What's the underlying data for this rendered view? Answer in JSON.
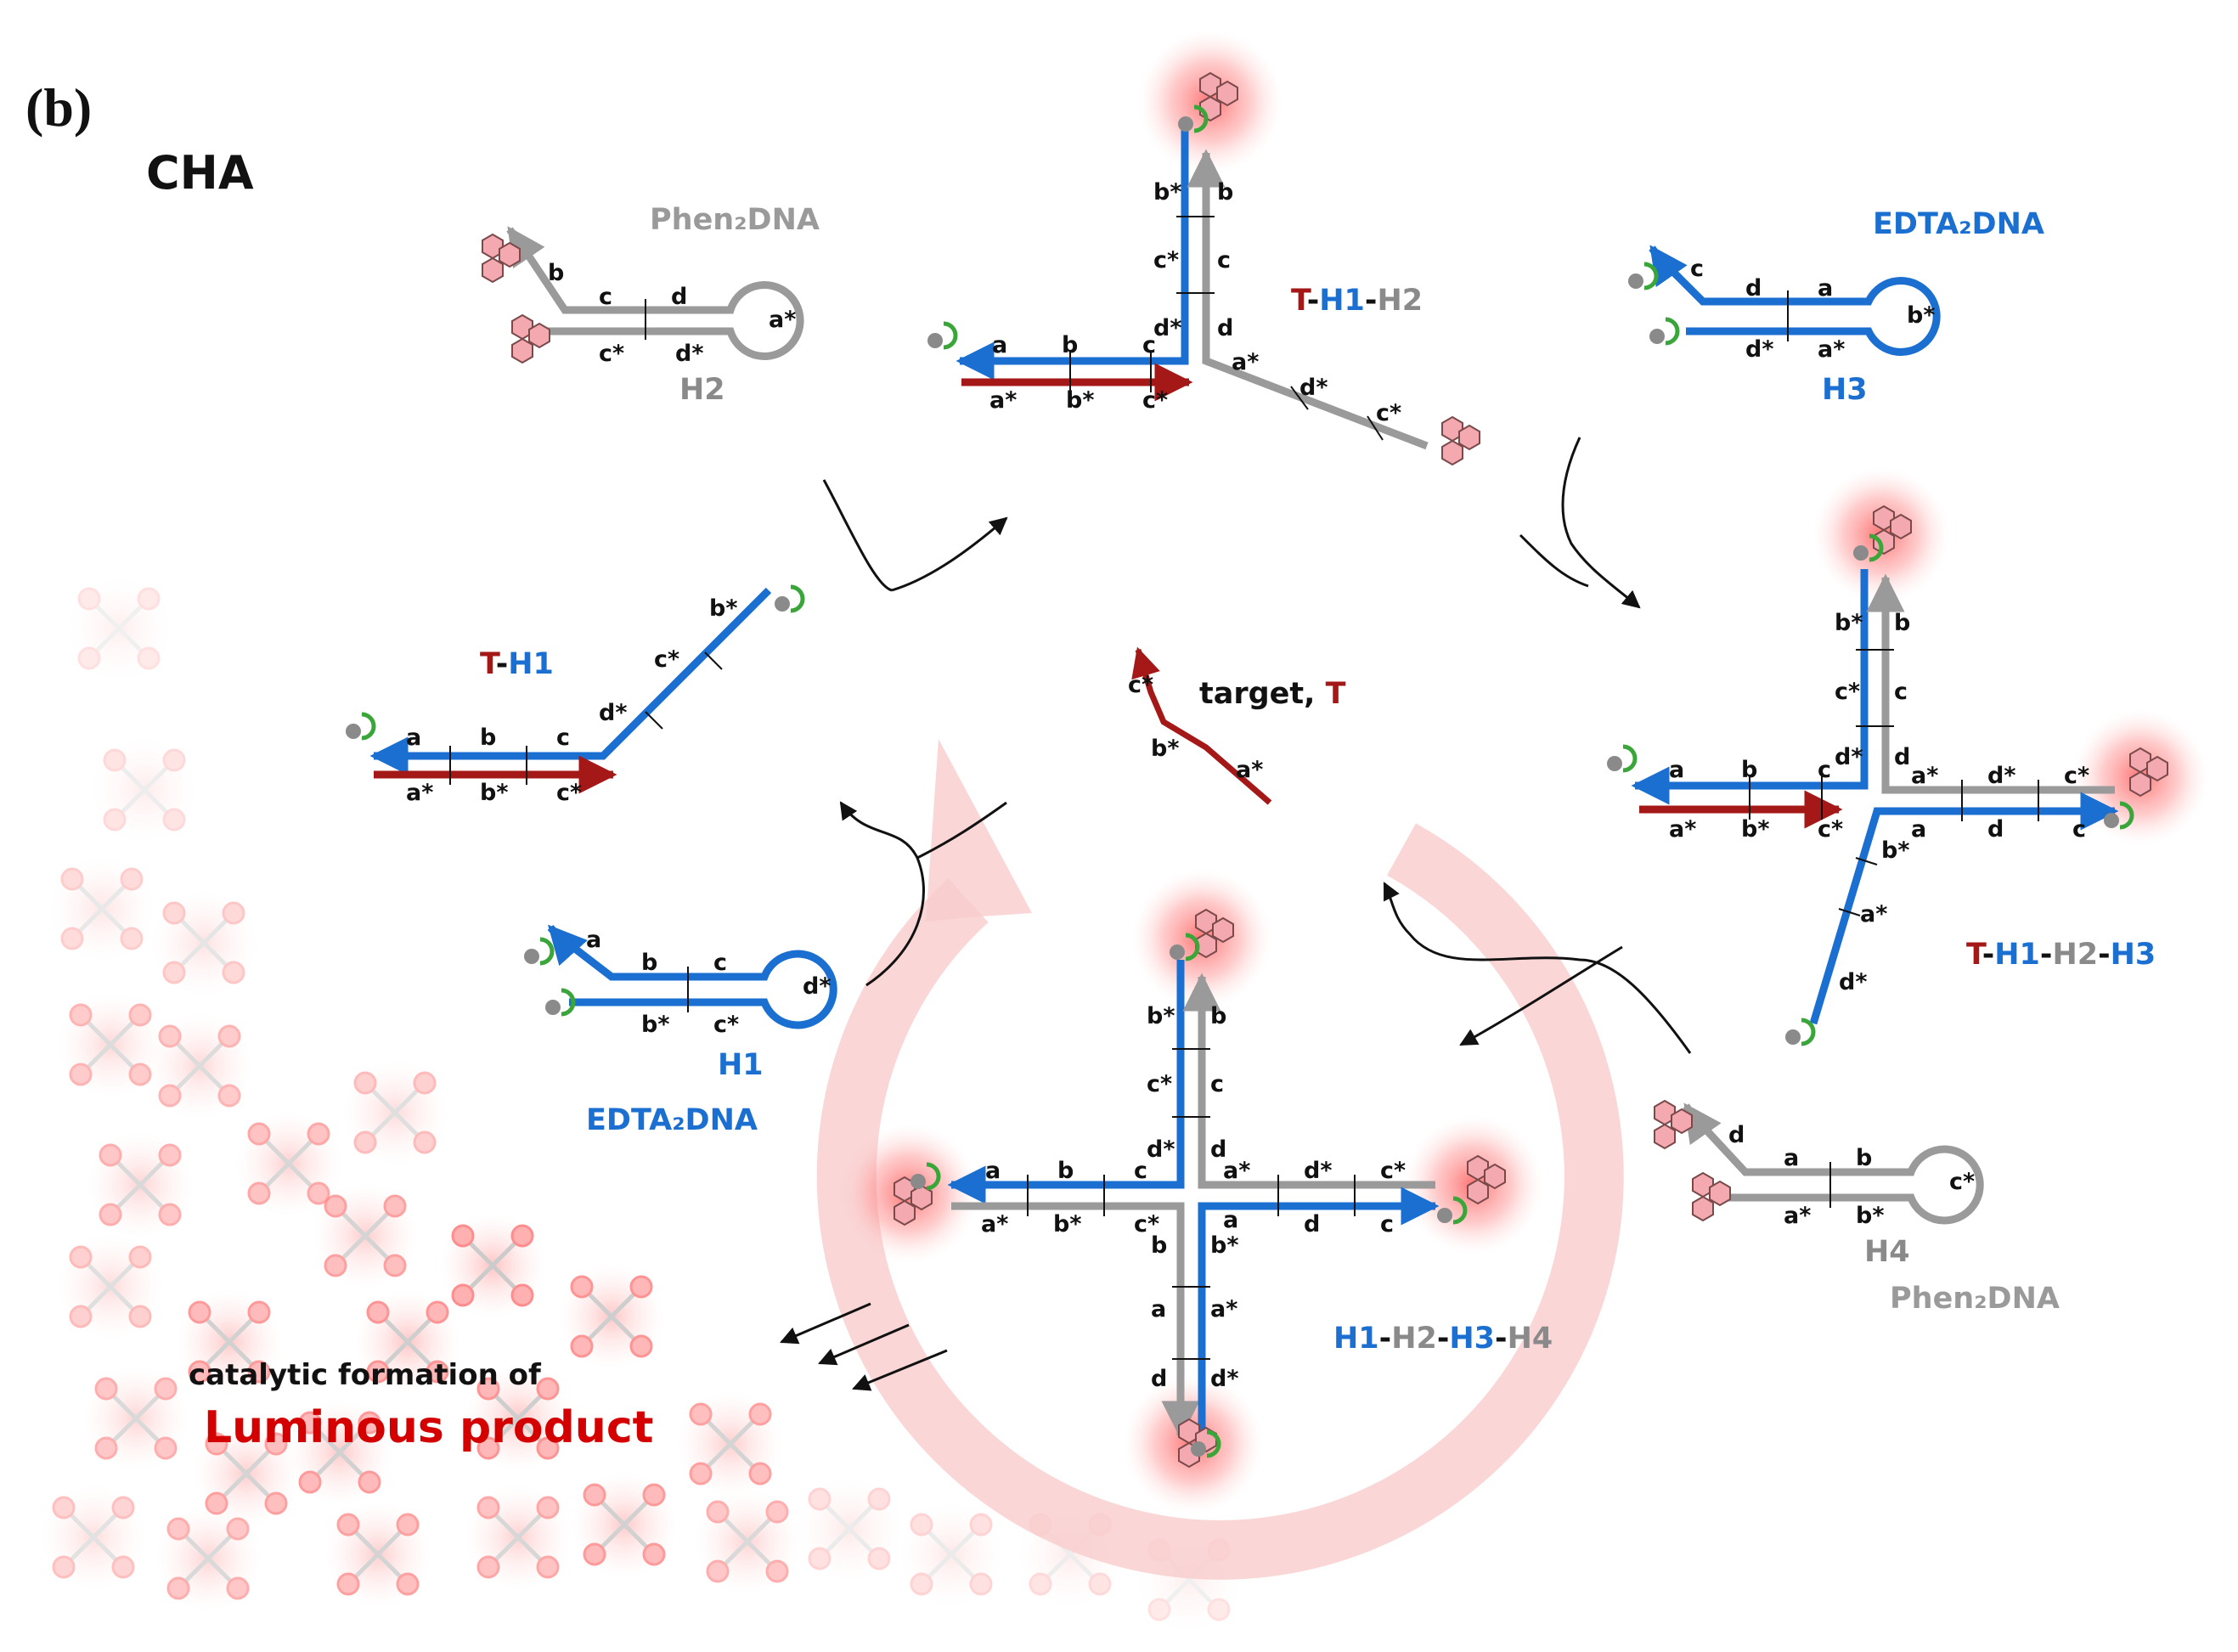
{
  "panel_label": "(b)",
  "method": "CHA",
  "colors": {
    "blue": "#1a6fd0",
    "gray": "#9a9a9a",
    "red": "#a51818",
    "green": "#3aa63a",
    "glow": "#ff6b6b",
    "ring": "#f9cccc"
  },
  "icons": [
    "phen-ligand-icon",
    "edta-bead-icon",
    "cycle-arrow-icon",
    "reaction-arrow-icon"
  ],
  "titles": {
    "h2": "H2",
    "h3": "H3",
    "h1": "H1",
    "h4": "H4",
    "phen_dna": "Phen₂DNA",
    "edta_dna": "EDTA₂DNA",
    "target_prefix": "target, ",
    "t": "T",
    "t_h1_t": "T",
    "t_h1_h1": "H1",
    "th1h2_t": "T",
    "th1h2_h1": "H1",
    "th1h2_h2": "H2",
    "th1h2h3_t": "T",
    "th1h2h3_h1": "H1",
    "th1h2h3_h2": "H2",
    "th1h2h3_h3": "H3",
    "h1h2h3h4_h1": "H1",
    "h1h2h3h4_h2": "H2",
    "h1h2h3h4_h3": "H3",
    "h1h2h3h4_h4": "H4",
    "dash": "-"
  },
  "catalytic": "catalytic formation of",
  "luminous": "Luminous product",
  "domains": {
    "h2": [
      "b",
      "c",
      "d",
      "a*",
      "c*",
      "d*"
    ],
    "h3": [
      "c",
      "d",
      "a",
      "b*",
      "d*",
      "a*"
    ],
    "th1h2": [
      "b*",
      "b",
      "c*",
      "c",
      "d*",
      "d",
      "a",
      "b",
      "c",
      "a*",
      "b*",
      "c*",
      "a*",
      "d*",
      "c*"
    ],
    "th1": [
      "b*",
      "c*",
      "d*",
      "a",
      "b",
      "c",
      "a*",
      "b*",
      "c*"
    ],
    "target": [
      "c*",
      "b*",
      "a*"
    ],
    "h1": [
      "a",
      "b",
      "c",
      "d*",
      "b*",
      "c*"
    ],
    "th1h2h3": [
      "b*",
      "b",
      "c*",
      "c",
      "d*",
      "d",
      "a",
      "b",
      "c",
      "a*",
      "d*",
      "c*",
      "a*",
      "b*",
      "c*",
      "a",
      "d",
      "c",
      "b*",
      "a*",
      "d*"
    ],
    "h4": [
      "d",
      "a",
      "b",
      "c*",
      "a*",
      "b*"
    ],
    "h1h2h3h4": [
      "b*",
      "b",
      "c*",
      "c",
      "d*",
      "d",
      "a",
      "b",
      "c",
      "a*",
      "d*",
      "c*",
      "a*",
      "b*",
      "c*",
      "a",
      "d",
      "c",
      "b",
      "b*",
      "a",
      "a*",
      "d",
      "d*"
    ]
  }
}
